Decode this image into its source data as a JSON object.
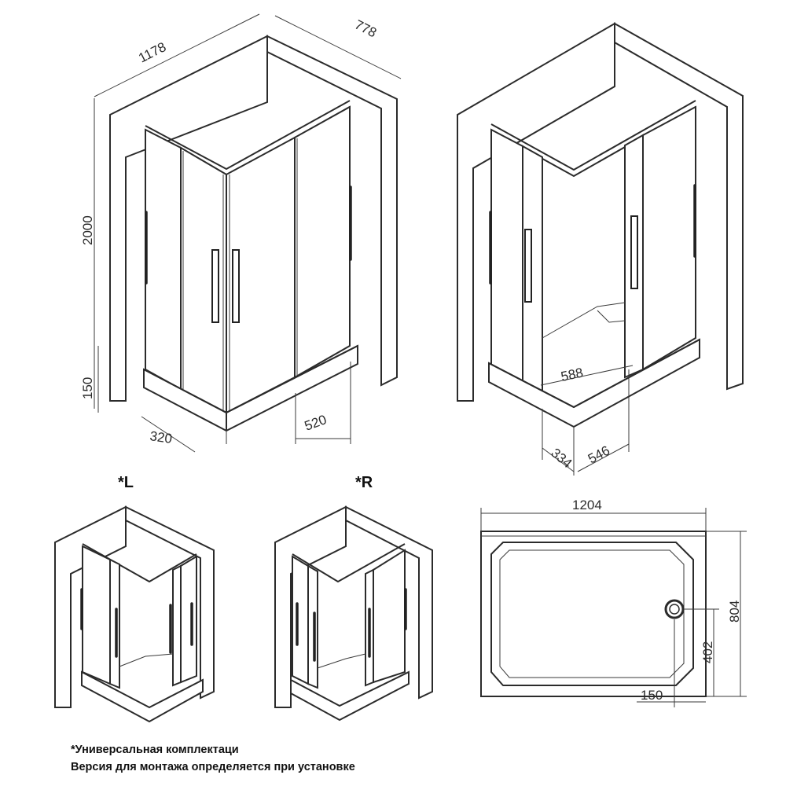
{
  "dimensions": {
    "width": "1178",
    "depth": "778",
    "height": "2000",
    "tray_height": "150",
    "left_door": "320",
    "front_door": "520",
    "entry_diagonal": "588",
    "side_offset": "334",
    "front_offset": "546",
    "tray_length": "1204",
    "tray_width": "804",
    "drain_offset_y": "402",
    "drain_offset_x": "150"
  },
  "variants": {
    "left_label": "*L",
    "right_label": "*R"
  },
  "notes": {
    "line1": "*Универсальная комплектаци",
    "line2": "Версия для монтажа определяется при установке"
  }
}
